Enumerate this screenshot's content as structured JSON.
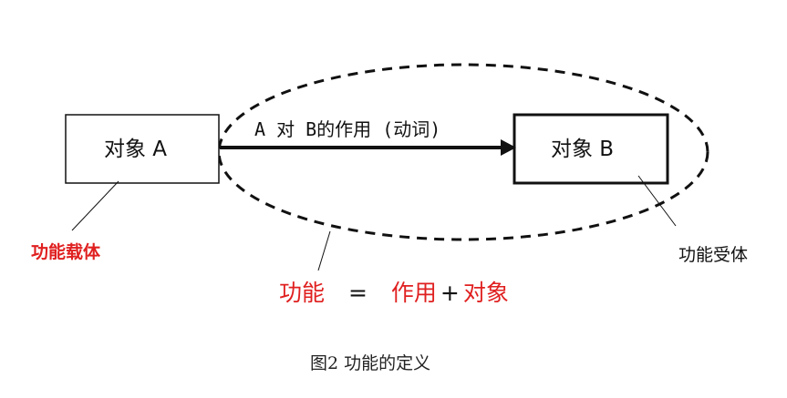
{
  "diagram": {
    "object_a_label": "对象 A",
    "object_b_label": "对象 B",
    "arrow_label": "A 对 B的作用 (动词)",
    "carrier_label": "功能载体",
    "receiver_label": "功能受体",
    "formula": {
      "lhs": "功能",
      "equals": "=",
      "action": "作用",
      "plus": "+",
      "object": "对象"
    }
  },
  "caption": "图2 功能的定义",
  "colors": {
    "accent_red": "#e02020",
    "ink": "#111111"
  }
}
